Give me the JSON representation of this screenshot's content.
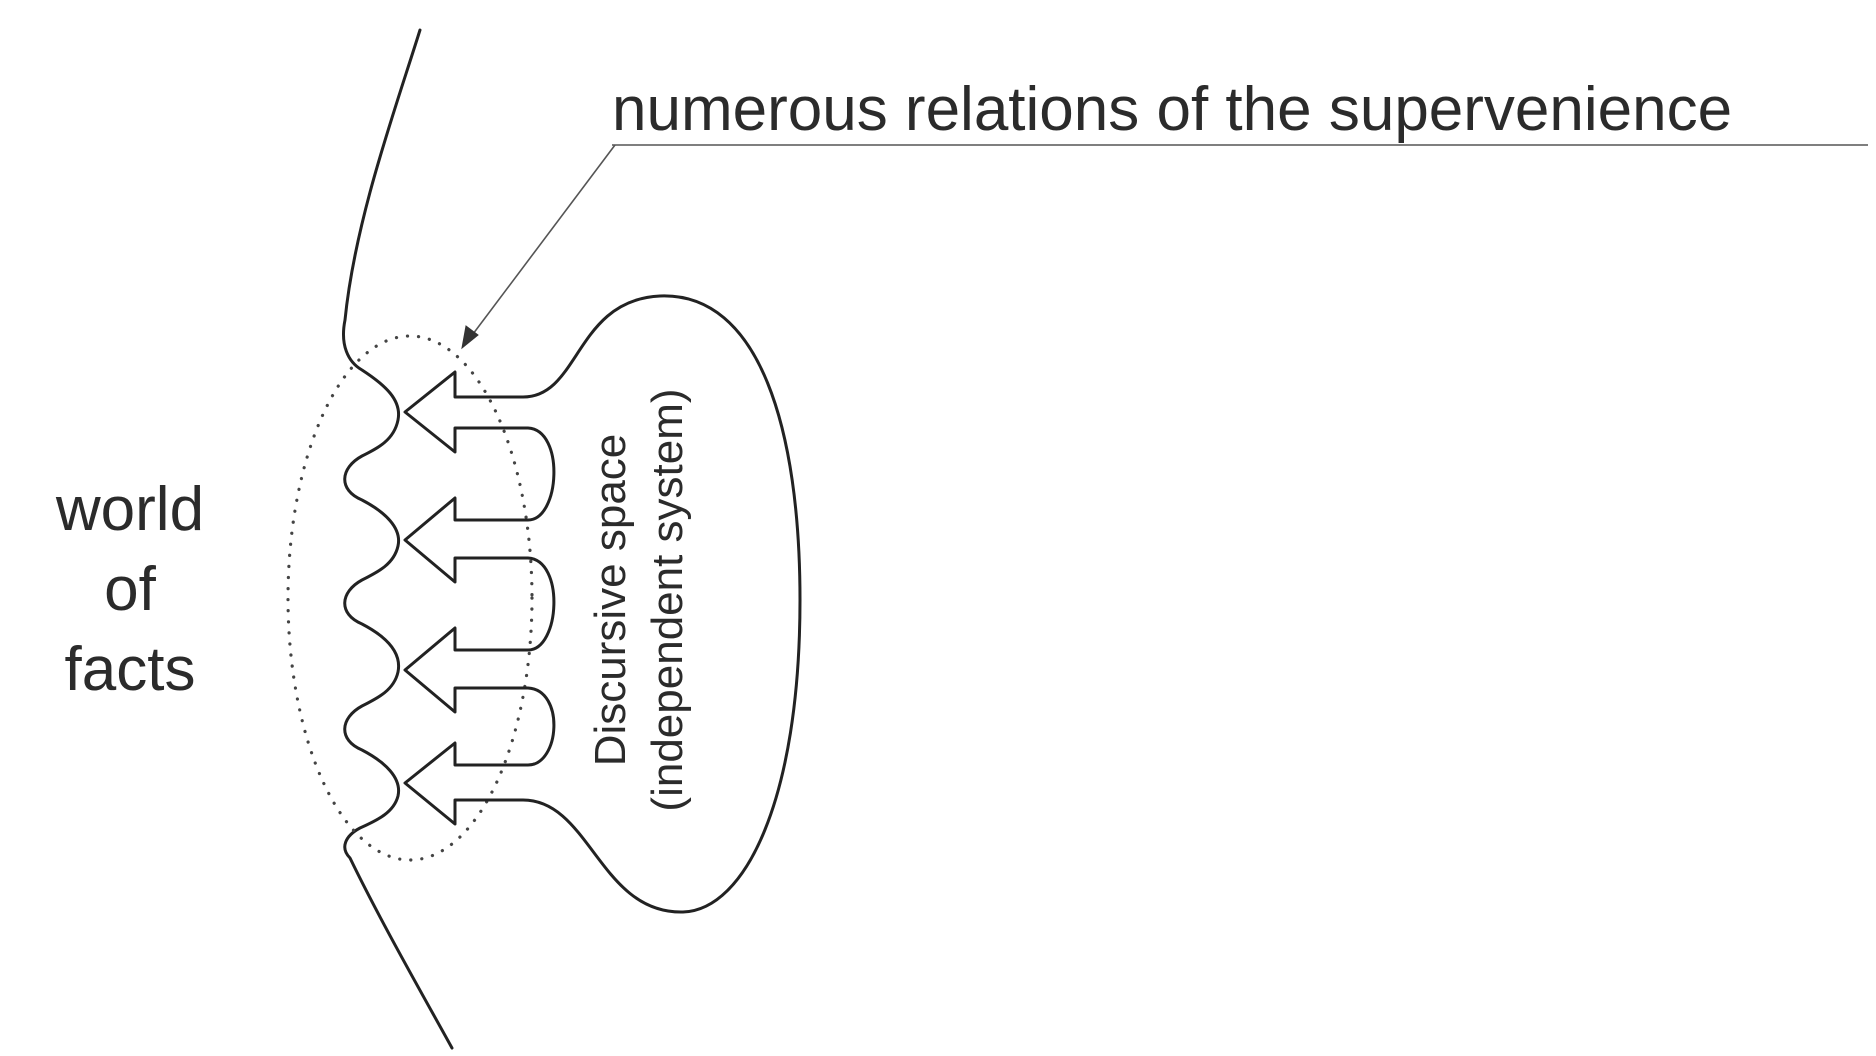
{
  "labels": {
    "top": "numerous relations of the supervenience",
    "world_line1": "world",
    "world_line2": "of",
    "world_line3": "facts",
    "discursive_line1": "Discursive space",
    "discursive_line2": "(independent system)"
  },
  "colors": {
    "line": "#222222",
    "text": "#2b2b2b",
    "background": "#ffffff"
  }
}
